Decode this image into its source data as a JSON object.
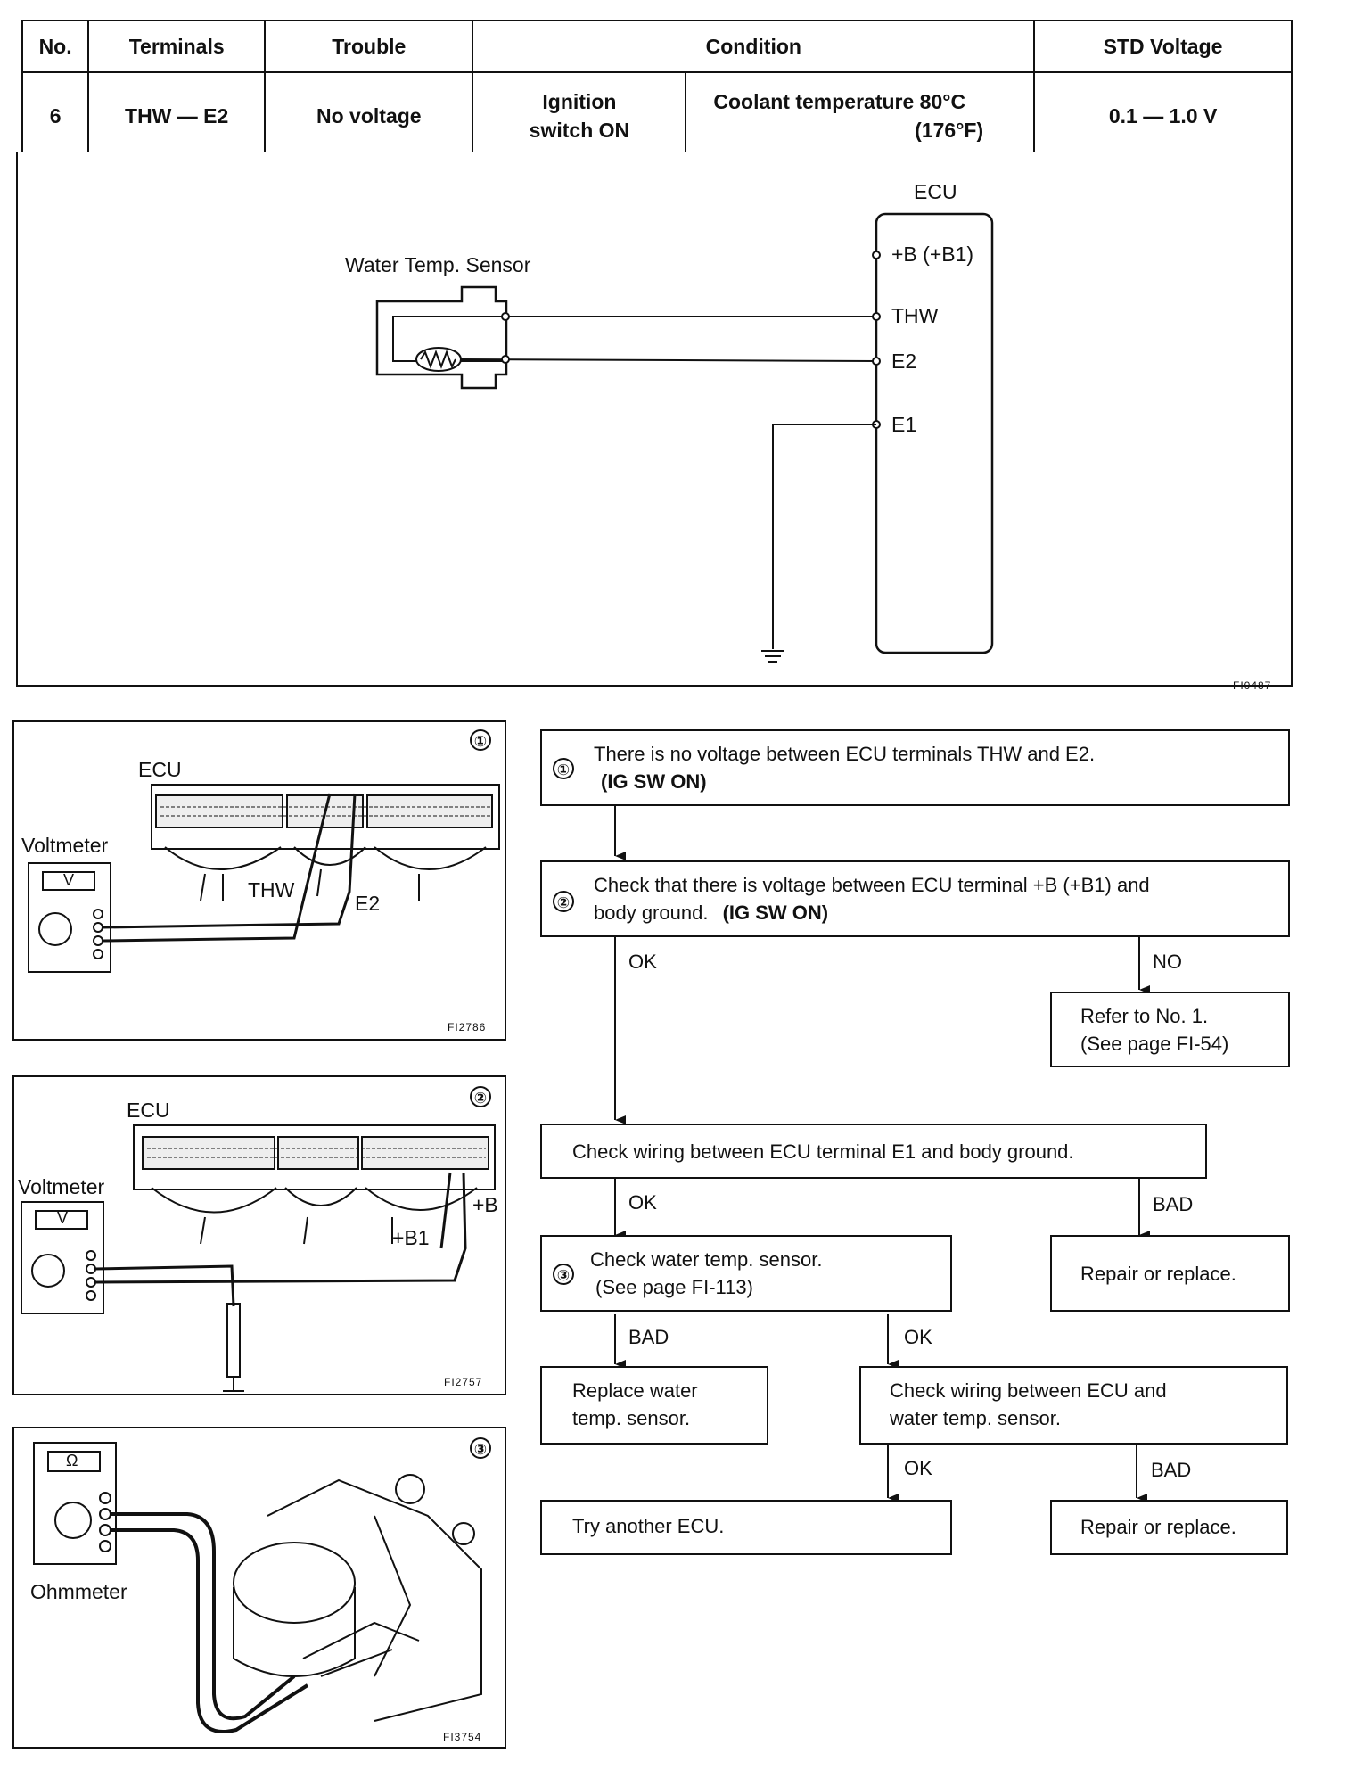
{
  "spec_table": {
    "headers": {
      "no": "No.",
      "terminals": "Terminals",
      "trouble": "Trouble",
      "condition": "Condition",
      "std_voltage": "STD Voltage"
    },
    "row": {
      "no": "6",
      "terminals": "THW  —  E2",
      "trouble": "No voltage",
      "condition_ignition": "Ignition switch ON",
      "condition_coolant_line1": "Coolant temperature 80°C",
      "condition_coolant_line2": "(176°F)",
      "std_voltage": "0.1 — 1.0 V"
    }
  },
  "circuit": {
    "ecu_label": "ECU",
    "sensor_label": "Water Temp. Sensor",
    "terminals": [
      "+B (+B1)",
      "THW",
      "E2",
      "E1"
    ],
    "figure_code": "FI0487"
  },
  "illustrations": {
    "fig1": {
      "number": "①",
      "ecu": "ECU",
      "meter": "Voltmeter",
      "meter_symbol": "V",
      "probe_a": "THW",
      "probe_b": "E2",
      "code": "FI2786"
    },
    "fig2": {
      "number": "②",
      "ecu": "ECU",
      "meter": "Voltmeter",
      "meter_symbol": "V",
      "probe_a": "+B1",
      "probe_b": "+B",
      "code": "FI2757"
    },
    "fig3": {
      "number": "③",
      "meter": "Ohmmeter",
      "meter_symbol": "Ω",
      "code": "FI3754"
    }
  },
  "flow": {
    "step1": {
      "number": "①",
      "text": "There is no voltage between ECU terminals THW and E2.",
      "cond": "(IG SW ON)"
    },
    "step2": {
      "number": "②",
      "line1": "Check that there is voltage between ECU terminal +B (+B1) and",
      "line2": "body ground.",
      "cond": "(IG SW ON)"
    },
    "ok": "OK",
    "no": "NO",
    "bad": "BAD",
    "refer": {
      "line1": "Refer to No. 1.",
      "line2": "(See page FI-54)"
    },
    "check_e1": "Check wiring between ECU terminal E1 and body ground.",
    "repair1": "Repair or replace.",
    "step3": {
      "number": "③",
      "line1": "Check water temp. sensor.",
      "line2": "(See page FI-113)"
    },
    "replace_sensor": {
      "line1": "Replace water",
      "line2": "temp. sensor."
    },
    "check_wiring": {
      "line1": "Check wiring between ECU and",
      "line2": "water temp. sensor."
    },
    "try_ecu": "Try another ECU.",
    "repair2": "Repair or replace."
  }
}
